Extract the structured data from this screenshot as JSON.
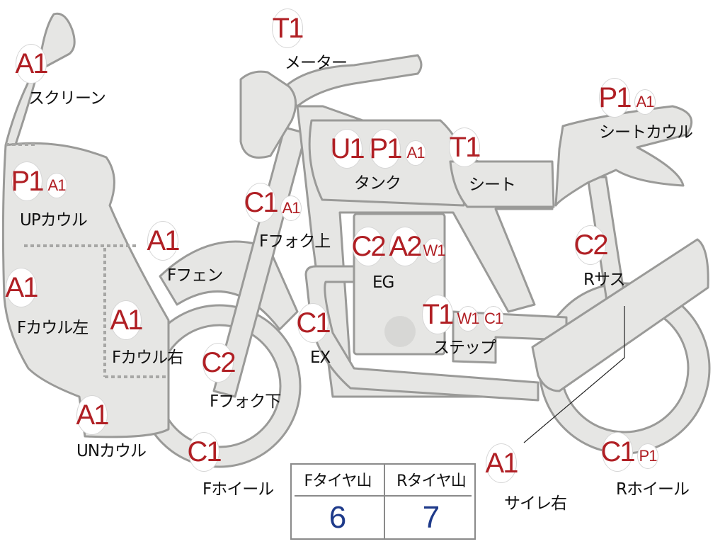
{
  "colors": {
    "badge_text": "#b01f24",
    "value_text": "#1e3a8a",
    "part_fill": "#e6e6e4",
    "part_stroke": "#9a9a98"
  },
  "badges": {
    "screen_a1": "A1",
    "up_cowl_p1": "P1",
    "up_cowl_a1": "A1",
    "f_cowl_left_a1": "A1",
    "f_cowl_right_a1": "A1",
    "un_cowl_a1": "A1",
    "f_fender_a1": "A1",
    "f_fork_upper_c1": "C1",
    "f_fork_upper_a1": "A1",
    "f_fork_lower_c2": "C2",
    "f_wheel_c1": "C1",
    "meter_t1": "T1",
    "tank_u1": "U1",
    "tank_p1": "P1",
    "tank_a1": "A1",
    "seat_t1": "T1",
    "seat_cowl_p1": "P1",
    "seat_cowl_a1": "A1",
    "eg_c2": "C2",
    "eg_a2": "A2",
    "eg_w1": "W1",
    "ex_c1": "C1",
    "step_t1": "T1",
    "step_w1": "W1",
    "step_c1": "C1",
    "r_sus_c2": "C2",
    "silencer_right_a1": "A1",
    "r_wheel_c1": "C1",
    "r_wheel_p1": "P1"
  },
  "labels": {
    "screen": "スクリーン",
    "up_cowl": "UPカウル",
    "f_cowl_left": "Fカウル左",
    "f_cowl_right": "Fカウル右",
    "un_cowl": "UNカウル",
    "f_fender": "Fフェン",
    "f_fork_upper": "Fフォク上",
    "f_fork_lower": "Fフォク下",
    "f_wheel": "Fホイール",
    "meter": "メーター",
    "tank": "タンク",
    "seat": "シート",
    "seat_cowl": "シートカウル",
    "eg": "EG",
    "ex": "EX",
    "step": "ステップ",
    "r_sus": "Rサス",
    "silencer_right": "サイレ右",
    "r_wheel": "Rホイール"
  },
  "tire_table": {
    "front_header": "Fタイヤ山",
    "rear_header": "Rタイヤ山",
    "front_value": "6",
    "rear_value": "7"
  }
}
